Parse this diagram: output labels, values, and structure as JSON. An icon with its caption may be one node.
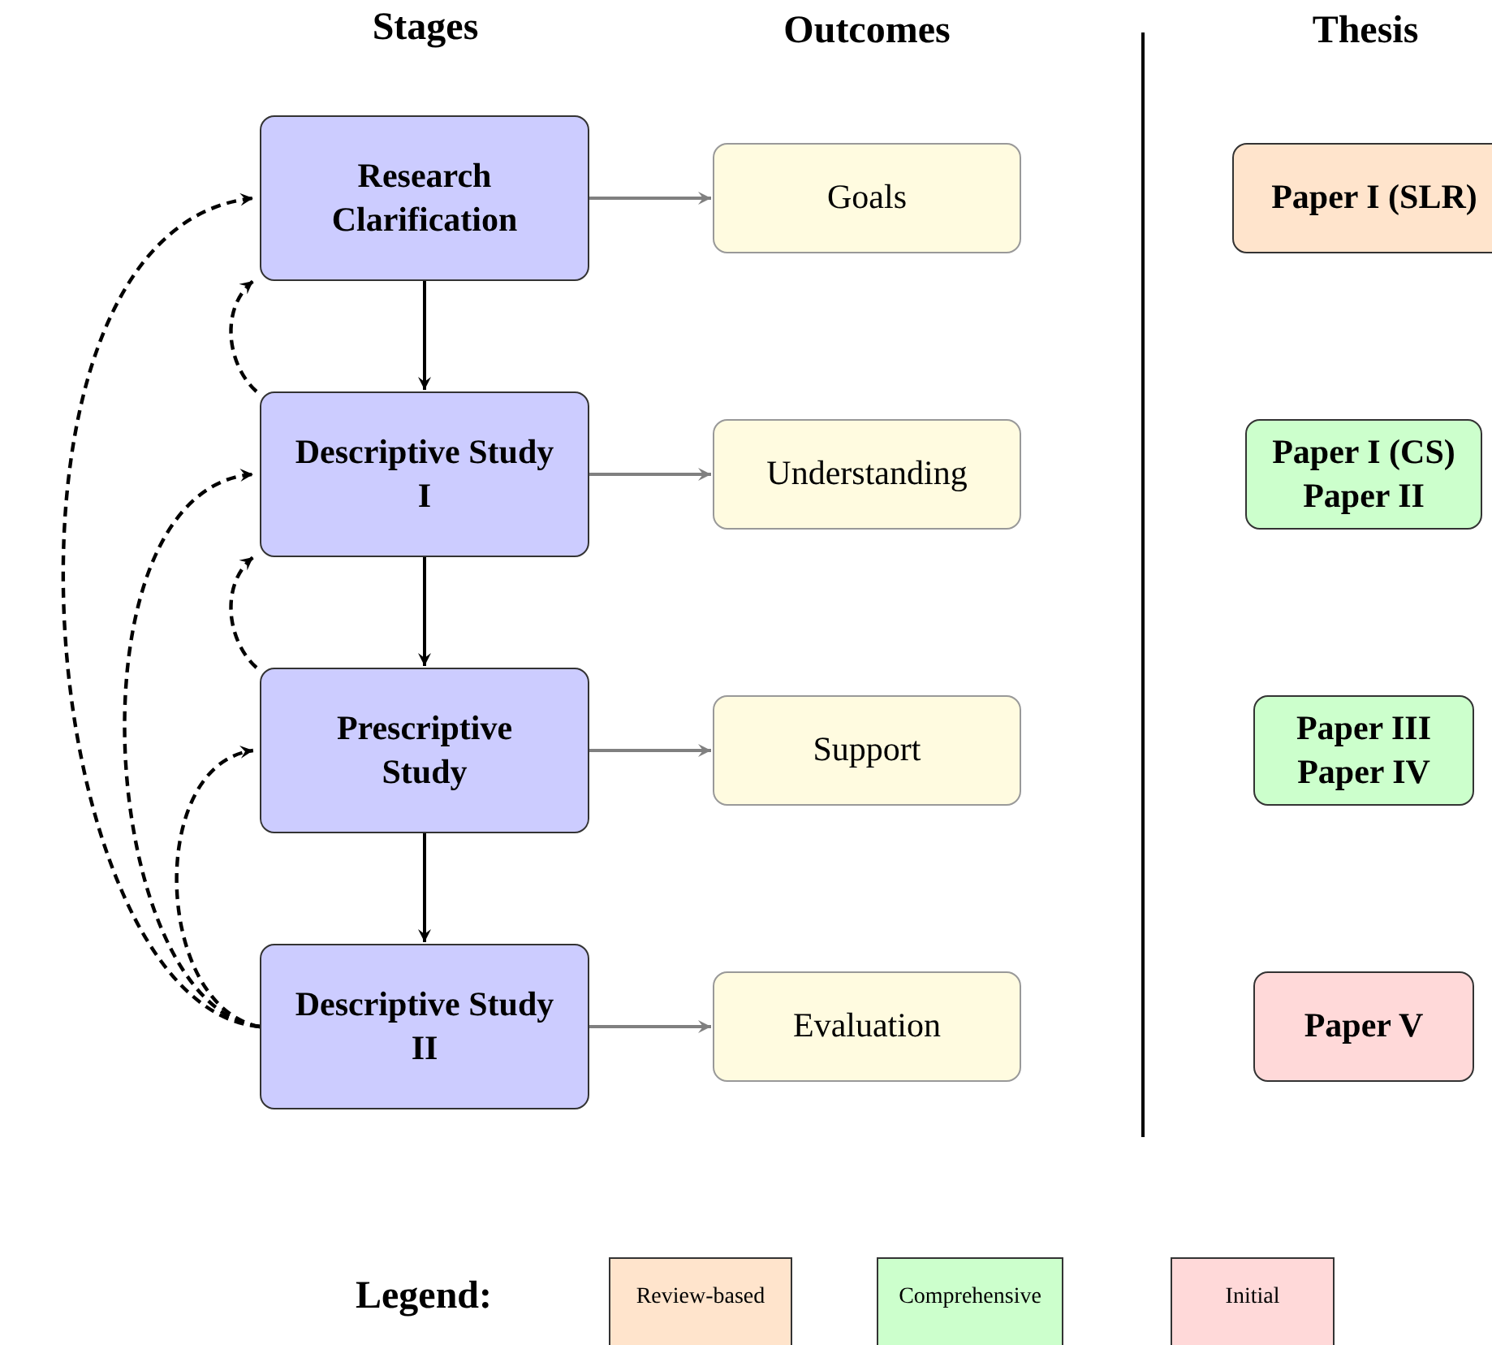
{
  "diagram": {
    "nodes": [
      {
        "text": [
          "Research Clarification"
        ]
      },
      {
        "text": [
          "Goals"
        ]
      },
      {
        "text": [
          "Paper I (SLR)"
        ]
      },
      {
        "text": [
          "Descriptive Study I"
        ]
      },
      {
        "text": [
          "Understanding"
        ]
      },
      {
        "text": [
          "Paper I (CS)",
          "Paper II"
        ]
      },
      {
        "text": [
          "Prescriptive Study"
        ]
      },
      {
        "text": [
          "Support"
        ]
      },
      {
        "text": [
          "Paper III",
          "Paper IV"
        ]
      },
      {
        "text": [
          "Descriptive Study II"
        ]
      },
      {
        "text": [
          "Evaluation"
        ]
      },
      {
        "text": [
          "Paper V"
        ]
      }
    ],
    "edges": [
      {
        "from": 0,
        "to": 1,
        "arrow": "to",
        "color": "#808080"
      },
      {
        "from": 3,
        "to": 4,
        "arrow": "to",
        "color": "#808080"
      },
      {
        "from": 6,
        "to": 7,
        "arrow": "to",
        "color": "#808080"
      },
      {
        "from": 9,
        "to": 10,
        "arrow": "to",
        "color": "#808080"
      },
      {
        "from": 0,
        "to": 3,
        "arrow": "to"
      },
      {
        "from": 3,
        "to": 6,
        "arrow": "to"
      },
      {
        "from": 6,
        "to": 9,
        "arrow": "to"
      },
      {
        "from": 3,
        "to": 0,
        "arrow": "to",
        "style": "dashed"
      },
      {
        "from": 6,
        "to": 3,
        "arrow": "to",
        "style": "dashed"
      },
      {
        "from": 9,
        "to": 0,
        "arrow": "to",
        "style": "dashed"
      },
      {
        "from": 9,
        "to": 3,
        "arrow": "to",
        "style": "dashed"
      },
      {
        "from": 9,
        "to": 6,
        "arrow": "to",
        "style": "dashed"
      }
    ],
    "labels": [
      "Stages",
      "Outcomes",
      "Thesis",
      "Legend:"
    ],
    "legend": [
      {
        "text": "Review-based",
        "color": "#ffe4cc"
      },
      {
        "text": "Comprehensive",
        "color": "#ccffcc"
      },
      {
        "text": "Initial",
        "color": "#ffd9d9"
      }
    ]
  }
}
